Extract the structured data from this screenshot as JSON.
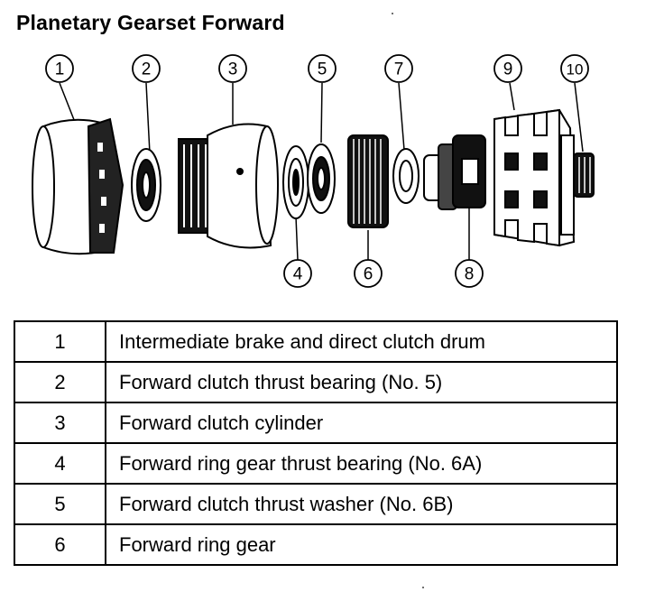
{
  "title": "Planetary Gearset Forward",
  "callouts": [
    "1",
    "2",
    "3",
    "4",
    "5",
    "6",
    "7",
    "8",
    "9",
    "10"
  ],
  "parts": [
    {
      "number": "1",
      "description": "Intermediate brake and direct clutch drum"
    },
    {
      "number": "2",
      "description": "Forward clutch thrust bearing (No. 5)"
    },
    {
      "number": "3",
      "description": "Forward clutch cylinder"
    },
    {
      "number": "4",
      "description": "Forward ring gear thrust bearing (No. 6A)"
    },
    {
      "number": "5",
      "description": "Forward clutch thrust washer (No. 6B)"
    },
    {
      "number": "6",
      "description": "Forward ring gear"
    }
  ]
}
